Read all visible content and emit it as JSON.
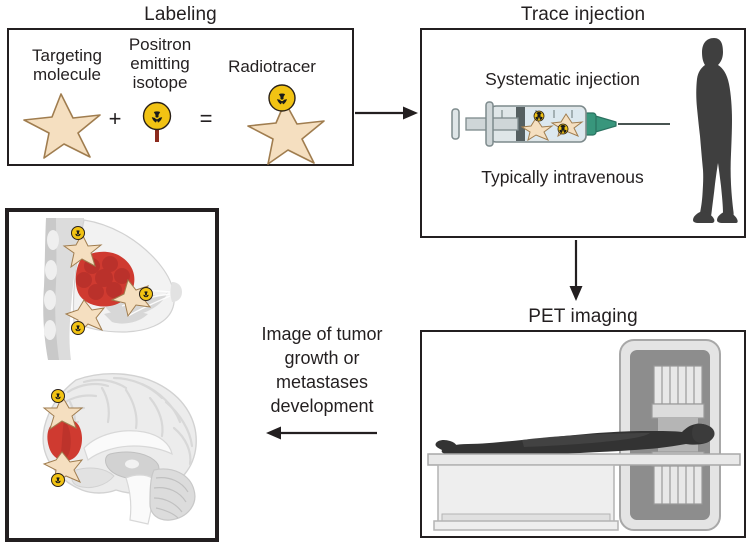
{
  "figure": {
    "kind": "pet-imaging-workflow-diagram",
    "background": "#ffffff"
  },
  "panels": {
    "labeling": {
      "title": "Labeling",
      "targeting_molecule_label": "Targeting\nmolecule",
      "positron_isotope_label": "Positron\nemitting\nisotope",
      "radiotracer_label": "Radiotracer",
      "plus_operator": "+",
      "equals_operator": "=",
      "icons": {
        "targeting_molecule": "star-icon",
        "positron_emitting_isotope": "radioactive-isotope-icon",
        "radiotracer": "radiolabeled-star-icon"
      }
    },
    "trace_injection": {
      "title": "Trace injection",
      "systematic_injection_label": "Systematic injection",
      "typically_intravenous_label": "Typically intravenous",
      "icons": {
        "syringe": "syringe-icon",
        "patient": "standing-person-icon"
      }
    },
    "pet_imaging": {
      "title": "PET imaging",
      "icons": {
        "scanner": "pet-scanner-icon",
        "patient": "lying-person-icon",
        "table": "scanner-bed-icon"
      }
    },
    "result_images": {
      "caption": "Image of tumor\ngrowth or\nmetastases\ndevelopment",
      "icons": {
        "breast": "breast-cross-section-icon",
        "brain": "brain-sagittal-section-icon",
        "tumor": "tumor-mass-icon"
      }
    }
  },
  "arrows": [
    {
      "name": "arrow-labeling-to-trace",
      "direction": "right"
    },
    {
      "name": "arrow-trace-to-pet",
      "direction": "down"
    },
    {
      "name": "arrow-pet-to-images",
      "direction": "left"
    }
  ],
  "colors": {
    "outline": "#231f20",
    "text": "#231f20",
    "star_fill": "#f5dfc0",
    "star_stroke": "#a07d4f",
    "isotope_yellow": "#f2c313",
    "isotope_black": "#1a1a1a",
    "isotope_stem": "#8c2b1e",
    "tumor_red": "#cf3a30",
    "tumor_red_dark": "#a82a22",
    "anatomy_gray": "#d9d9d9",
    "anatomy_gray_light": "#ececec",
    "anatomy_gray_dark": "#bcbcbc",
    "person_dark": "#3f3f3f",
    "person_darker": "#2f2f2f",
    "syringe_body": "#dfe6e8",
    "syringe_liquid": "#dce8ef",
    "syringe_stopper": "#555f61",
    "syringe_needle_hub": "#38967c",
    "scanner_gray": "#8d8d8d",
    "scanner_light": "#d8d8d8",
    "scanner_mid": "#b5b5b5",
    "scanner_shell": "#e4e4e4"
  }
}
